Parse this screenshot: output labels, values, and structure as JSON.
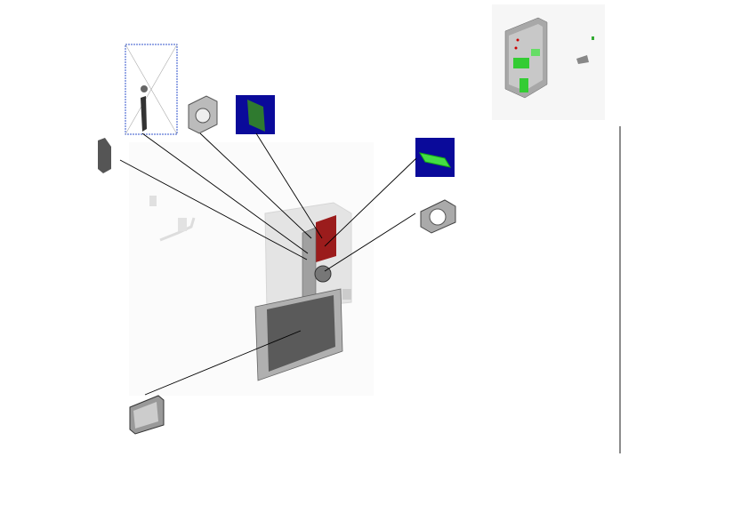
{
  "diagram": {
    "type": "exploded-parts-view",
    "colors": {
      "leader_line": "#000000",
      "part_gray": "#9a9a9a",
      "ghost_assembly": "#e6e6e6",
      "highlight_red": "#9b1c1c",
      "thumb_bg_blue": "#0a0a9a",
      "board_green": "#2f7a2f",
      "memory_green": "#44dd44",
      "placeholder_border": "#3355cc"
    },
    "parts": [
      {
        "id": "placeholder-bracket",
        "image_missing": true
      },
      {
        "id": "fan-housing"
      },
      {
        "id": "circuit-board"
      },
      {
        "id": "memory-module"
      },
      {
        "id": "fan-bracket"
      },
      {
        "id": "side-bracket"
      },
      {
        "id": "drive-module"
      }
    ]
  }
}
